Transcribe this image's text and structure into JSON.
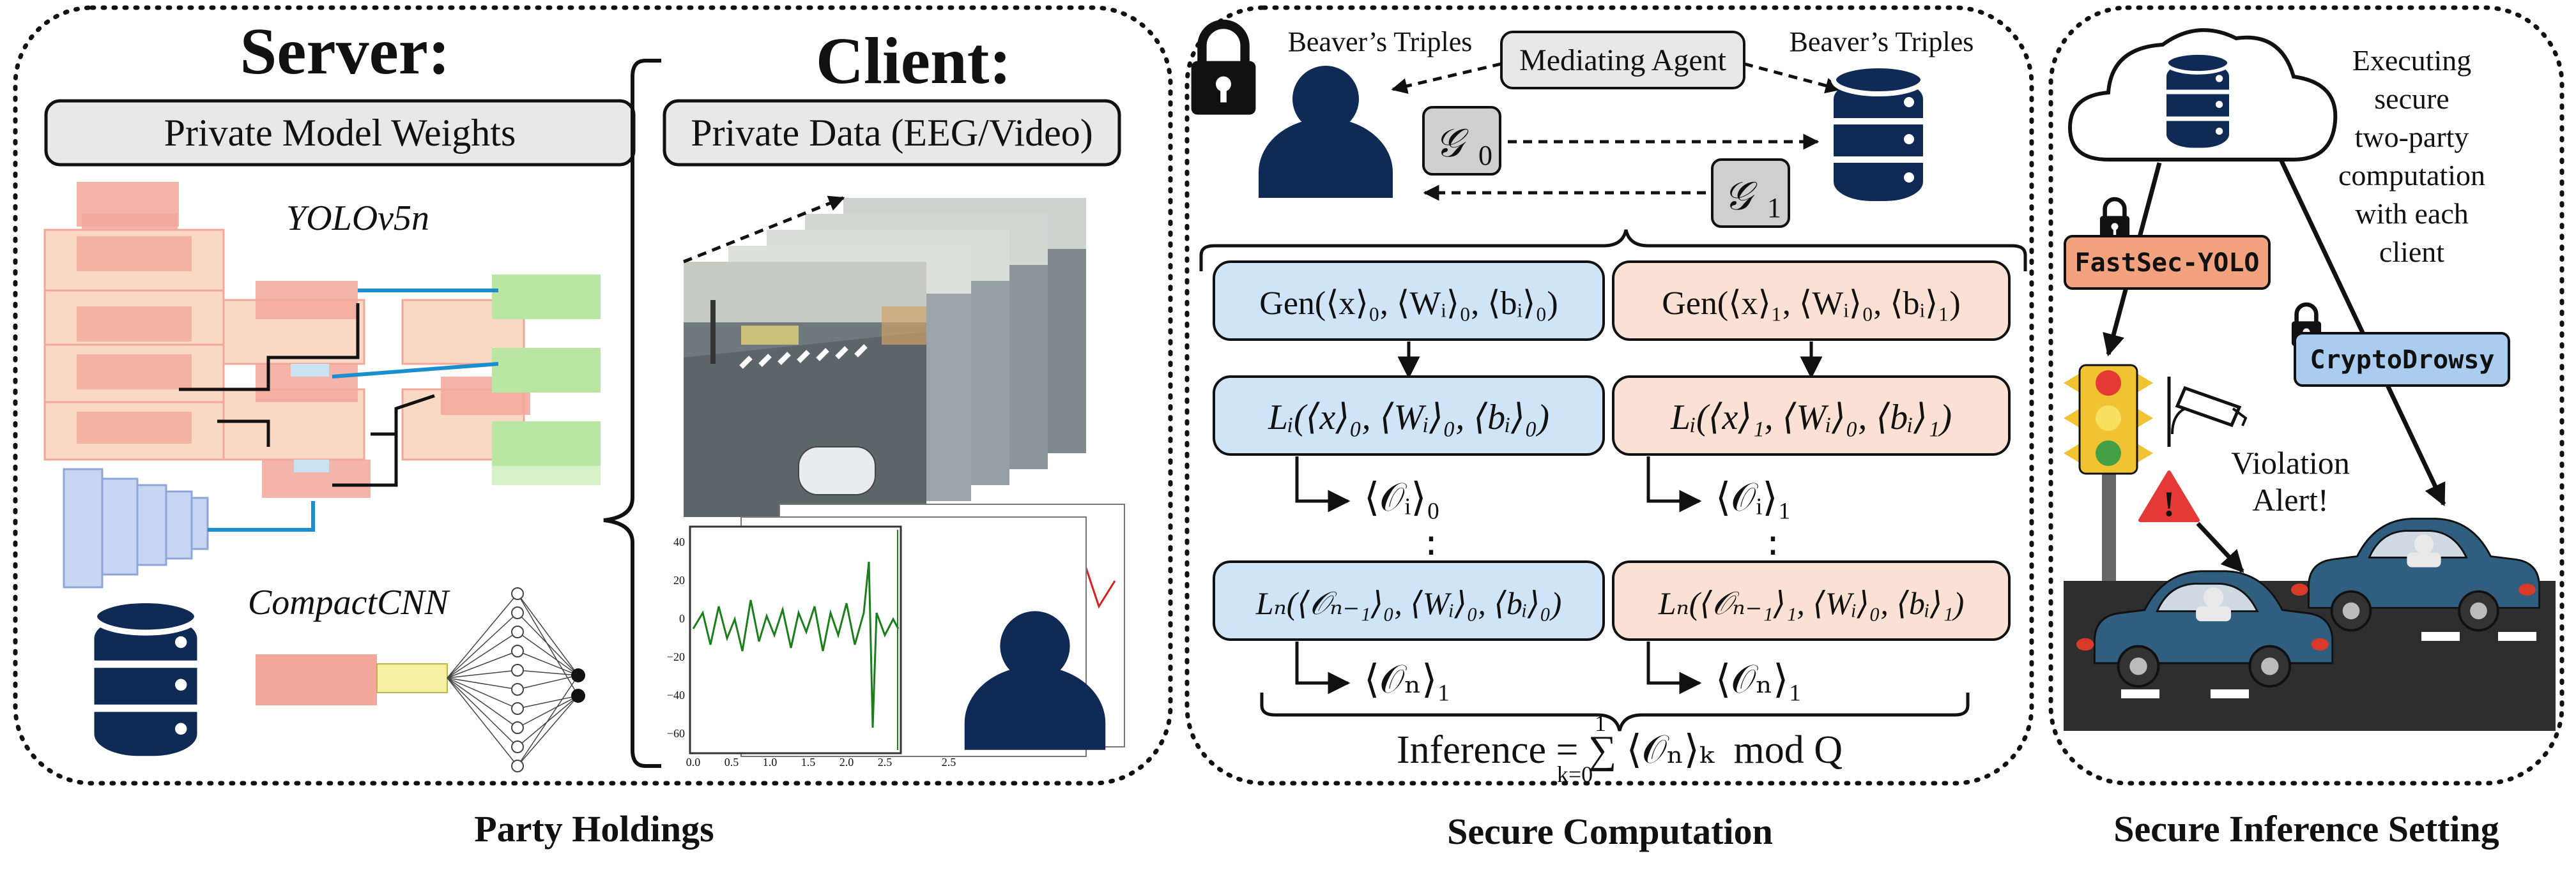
{
  "colors": {
    "navy": "#0f2a55",
    "layer_peach": "#f9d9c3",
    "layer_pink": "#f3a79b",
    "layer_green": "#b9e7a3",
    "layer_blue": "#c9d6f3",
    "layer_yellow": "#f4f1a2",
    "box_blue": "#cfe4f7",
    "box_peach": "#fbe1d3",
    "label_gray": "#e8e8e8",
    "fastsec_orange": "#f2a27f",
    "crypto_blue": "#a9ccef",
    "road": "#2e2e2e",
    "car_body": "#2f5e7e",
    "eeg_green": "#1a7f1a",
    "eeg_red": "#dd1c1c"
  },
  "panel1": {
    "server_title": "Server:",
    "client_title": "Client:",
    "server_label": "Private Model Weights",
    "client_label": "Private Data (EEG/Video)",
    "yolo_label": "YOLOv5n",
    "compact_label": "CompactCNN",
    "caption": "Party Holdings",
    "eeg_yticks": [
      "40",
      "20",
      "0",
      "−20",
      "−40",
      "−60"
    ],
    "eeg_xticks": [
      "0.0",
      "0.5",
      "1.0",
      "1.5",
      "2.0",
      "2.5",
      "2.5"
    ]
  },
  "panel2": {
    "beaver_left": "Beaver’s Triples",
    "beaver_right": "Beaver’s Triples",
    "mediator": "Mediating Agent",
    "g0_main": "𝒢",
    "g0_sub": "0",
    "g1_main": "𝒢",
    "g1_sub": "1",
    "gen0": "Gen(⟨x⟩₀, ⟨Wᵢ⟩₀, ⟨bᵢ⟩₀)",
    "gen1": "Gen(⟨x⟩₁, ⟨Wᵢ⟩₀, ⟨bᵢ⟩₁)",
    "li0": "Lᵢ(⟨x⟩₀, ⟨Wᵢ⟩₀, ⟨bᵢ⟩₀)",
    "li1": "Lᵢ(⟨x⟩₁, ⟨Wᵢ⟩₀, ⟨bᵢ⟩₁)",
    "oi0": "⟨𝒪ᵢ⟩₀",
    "oi1": "⟨𝒪ᵢ⟩₁",
    "dots": "⋮",
    "ln0": "Lₙ(⟨𝒪ₙ₋₁⟩₀, ⟨Wᵢ⟩₀, ⟨bᵢ⟩₀)",
    "ln1": "Lₙ(⟨𝒪ₙ₋₁⟩₁, ⟨Wᵢ⟩₀, ⟨bᵢ⟩₁)",
    "on0": "⟨𝒪ₙ⟩₁",
    "on1": "⟨𝒪ₙ⟩₁",
    "inference": "Inference = ∑ ⟨𝒪ₙ⟩ₖ  mod Q",
    "sum_top": "1",
    "sum_bottom": "k=0",
    "caption": "Secure Computation"
  },
  "panel3": {
    "exec_lines": [
      "Executing",
      "secure",
      "two-party",
      "computation",
      "with each",
      "client"
    ],
    "fastsec": "FastSec-YOLO",
    "crypto": "CryptoDrowsy",
    "violation_1": "Violation",
    "violation_2": "Alert!",
    "warn_mark": "!",
    "caption": "Secure Inference Setting"
  }
}
